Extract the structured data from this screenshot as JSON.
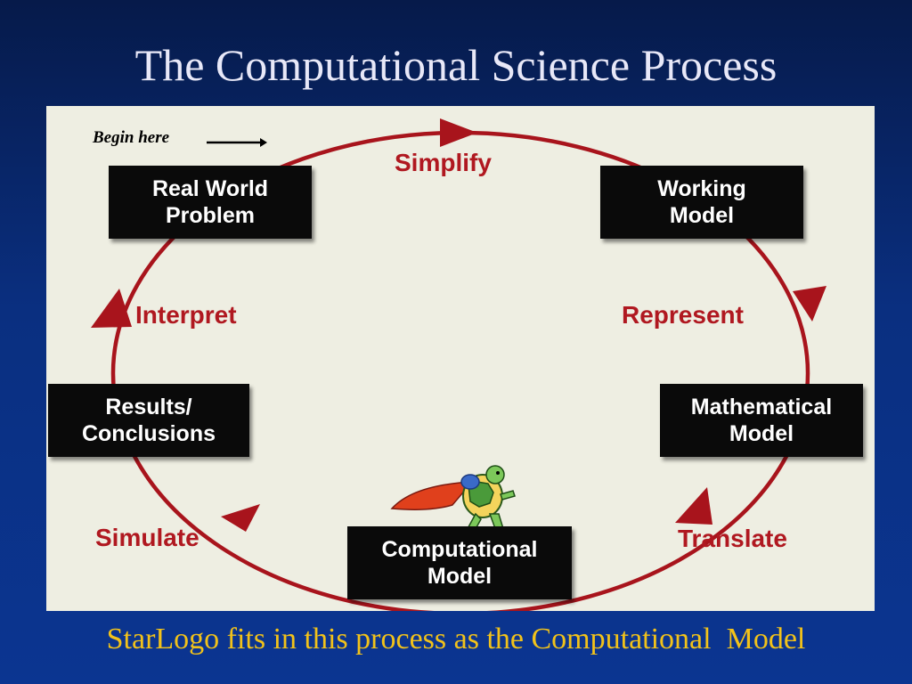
{
  "title": "The Computational Science Process",
  "begin_label": "Begin here",
  "nodes": {
    "real_world": [
      "Real World",
      "Problem"
    ],
    "working": [
      "Working",
      "Model"
    ],
    "mathematical": [
      "Mathematical",
      "Model"
    ],
    "computational": [
      "Computational",
      "Model"
    ],
    "results": [
      "Results/",
      "Conclusions"
    ]
  },
  "steps": {
    "simplify": "Simplify",
    "represent": "Represent",
    "translate": "Translate",
    "simulate": "Simulate",
    "interpret": "Interpret"
  },
  "caption": "StarLogo fits in this process as the Computational  Model",
  "colors": {
    "arrow": "#a8141c",
    "box": "#0a0a0a",
    "panel": "#eeeee2",
    "caption": "#f2c21a"
  },
  "icons": [
    "starlogo-turtle-icon"
  ]
}
